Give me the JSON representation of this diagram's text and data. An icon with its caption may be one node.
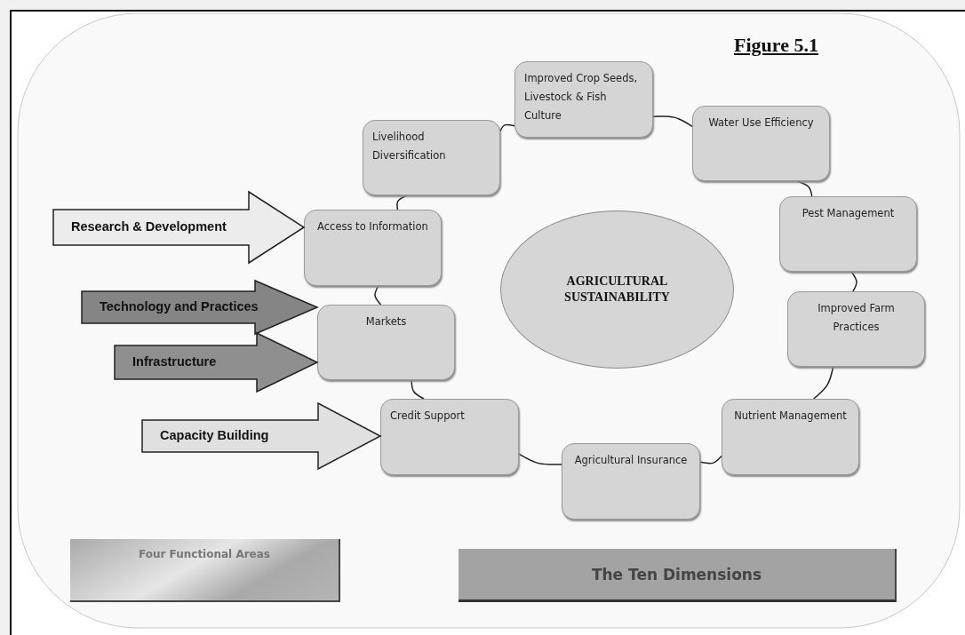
{
  "diagram": {
    "title": "Figure 5.1",
    "nodes": [
      {
        "text": [
          "Livelihood Diversification"
        ]
      },
      {
        "text": [
          "Improved Crop Seeds, Livestock & Fish Culture"
        ]
      },
      {
        "text": [
          "Water Use Efficiency"
        ]
      },
      {
        "text": [
          "Pest Management"
        ]
      },
      {
        "text": [
          "Improved Farm Practices"
        ]
      },
      {
        "text": [
          "Nutrient Management"
        ]
      },
      {
        "text": [
          "Agricultural Insurance"
        ]
      },
      {
        "text": [
          "Credit Support"
        ]
      },
      {
        "text": [
          "Markets"
        ]
      },
      {
        "text": [
          "Access to Information"
        ]
      },
      {
        "text": [
          "AGRICULTURAL SUSTAINABILITY"
        ]
      },
      {
        "text": [
          "Four Functional Areas"
        ]
      },
      {
        "text": [
          "The Ten Dimensions"
        ]
      }
    ],
    "edges": [
      {
        "from": 0,
        "to": 1,
        "arrow": "none"
      },
      {
        "from": 1,
        "to": 2,
        "arrow": "none"
      },
      {
        "from": 2,
        "to": 3,
        "arrow": "none"
      },
      {
        "from": 3,
        "to": 4,
        "arrow": "none"
      },
      {
        "from": 4,
        "to": 5,
        "arrow": "none"
      },
      {
        "from": 5,
        "to": 6,
        "arrow": "none"
      },
      {
        "from": 6,
        "to": 7,
        "arrow": "none"
      },
      {
        "from": 7,
        "to": 8,
        "arrow": "none"
      },
      {
        "from": 8,
        "to": 9,
        "arrow": "none"
      },
      {
        "from": 9,
        "to": 0,
        "arrow": "none"
      },
      {
        "from": null,
        "to": 9,
        "arrow": "to",
        "label": "Research & Development",
        "style": "thick",
        "color": "#ececec"
      },
      {
        "from": null,
        "to": 8,
        "arrow": "to",
        "label": "Technology and Practices",
        "style": "thick",
        "color": "#858585"
      },
      {
        "from": null,
        "to": 8,
        "arrow": "to",
        "label": "Infrastructure",
        "style": "thick",
        "color": "#8f8f8f"
      },
      {
        "from": null,
        "to": 7,
        "arrow": "to",
        "label": "Capacity Building",
        "style": "thick",
        "color": "#e0e0e0"
      }
    ]
  }
}
